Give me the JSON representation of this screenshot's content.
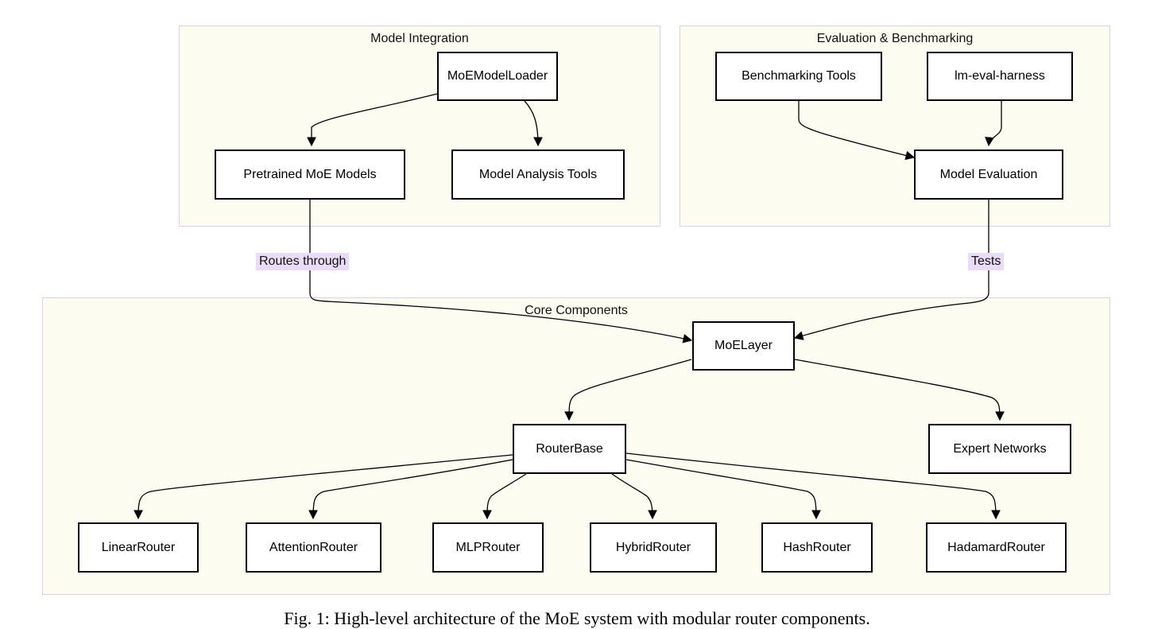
{
  "clusters": {
    "integration": "Model Integration",
    "evaluation": "Evaluation & Benchmarking",
    "core": "Core Components"
  },
  "nodes": {
    "moe_model_loader": "MoEModelLoader",
    "pretrained_moe_models": "Pretrained MoE Models",
    "model_analysis_tools": "Model Analysis Tools",
    "benchmarking_tools": "Benchmarking Tools",
    "lm_eval_harness": "lm-eval-harness",
    "model_evaluation": "Model Evaluation",
    "moe_layer": "MoELayer",
    "router_base": "RouterBase",
    "expert_networks": "Expert Networks",
    "linear_router": "LinearRouter",
    "attention_router": "AttentionRouter",
    "mlp_router": "MLPRouter",
    "hybrid_router": "HybridRouter",
    "hash_router": "HashRouter",
    "hadamard_router": "HadamardRouter"
  },
  "edge_labels": {
    "routes_through": "Routes through",
    "tests": "Tests"
  },
  "caption": "Fig. 1: High-level architecture of the MoE system with modular router components."
}
